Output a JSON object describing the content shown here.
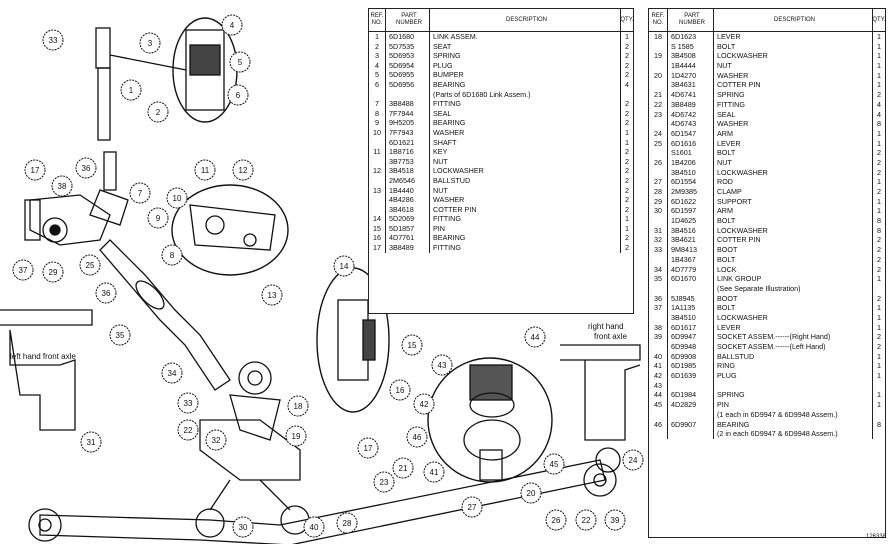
{
  "drawing": {
    "labels": {
      "left_axle": "left hand front axle",
      "right_axle_1": "right hand",
      "right_axle_2": "front axle"
    },
    "callouts": [
      "33",
      "1",
      "3",
      "4",
      "5",
      "6",
      "2",
      "17",
      "36",
      "38",
      "7",
      "11",
      "12",
      "10",
      "9",
      "8",
      "37",
      "29",
      "25",
      "36",
      "13",
      "35",
      "14",
      "15",
      "16",
      "17",
      "34",
      "33",
      "18",
      "22",
      "32",
      "19",
      "31",
      "43",
      "44",
      "42",
      "46",
      "45",
      "21",
      "41",
      "20",
      "23",
      "24",
      "26",
      "22",
      "39",
      "27",
      "28",
      "40",
      "30"
    ]
  },
  "table1": {
    "headers": {
      "ref": "REF. NO.",
      "part": "PART NUMBER",
      "desc": "DESCRIPTION",
      "qty": "QTY."
    },
    "rows": [
      {
        "ref": "1",
        "part": "6D1680",
        "desc": "LINK ASSEM.",
        "qty": "1"
      },
      {
        "ref": "2",
        "part": "5D7535",
        "desc": "SEAT",
        "qty": "2"
      },
      {
        "ref": "3",
        "part": "5D6953",
        "desc": "SPRING",
        "qty": "2"
      },
      {
        "ref": "4",
        "part": "5D6954",
        "desc": "PLUG",
        "qty": "2"
      },
      {
        "ref": "5",
        "part": "5D6955",
        "desc": "BUMPER",
        "qty": "2"
      },
      {
        "ref": "6",
        "part": "5D6956",
        "desc": "BEARING",
        "qty": "4"
      },
      {
        "ref": "",
        "part": "",
        "desc": "(Parts of 6D1680 Link Assem.)",
        "qty": ""
      },
      {
        "ref": "7",
        "part": "3B8488",
        "desc": "FITTING",
        "qty": "2"
      },
      {
        "ref": "8",
        "part": "7F7944",
        "desc": "SEAL",
        "qty": "2"
      },
      {
        "ref": "9",
        "part": "9H5205",
        "desc": "BEARING",
        "qty": "2"
      },
      {
        "ref": "10",
        "part": "7F7943",
        "desc": "WASHER",
        "qty": "1"
      },
      {
        "ref": "",
        "part": "6D1621",
        "desc": "SHAFT",
        "qty": "1"
      },
      {
        "ref": "11",
        "part": "1B8716",
        "desc": "KEY",
        "qty": "2"
      },
      {
        "ref": "",
        "part": "3B7753",
        "desc": "NUT",
        "qty": "2"
      },
      {
        "ref": "12",
        "part": "3B4518",
        "desc": "LOCKWASHER",
        "qty": "2"
      },
      {
        "ref": "",
        "part": "2M6546",
        "desc": "BALLSTUD",
        "qty": "2"
      },
      {
        "ref": "13",
        "part": "1B4440",
        "desc": "NUT",
        "qty": "2"
      },
      {
        "ref": "",
        "part": "4B4286",
        "desc": "WASHER",
        "qty": "2"
      },
      {
        "ref": "",
        "part": "3B4618",
        "desc": "COTTER PIN",
        "qty": "2"
      },
      {
        "ref": "14",
        "part": "5D2069",
        "desc": "FITTING",
        "qty": "1"
      },
      {
        "ref": "15",
        "part": "5D1857",
        "desc": "PIN",
        "qty": "1"
      },
      {
        "ref": "16",
        "part": "4D7761",
        "desc": "BEARING",
        "qty": "2"
      },
      {
        "ref": "17",
        "part": "3B8489",
        "desc": "FITTING",
        "qty": "2"
      }
    ]
  },
  "table2": {
    "headers": {
      "ref": "REF. NO.",
      "part": "PART NUMBER",
      "desc": "DESCRIPTION",
      "qty": "QTY."
    },
    "rows": [
      {
        "ref": "18",
        "part": "6D1623",
        "desc": "LEVER",
        "qty": "1"
      },
      {
        "ref": "",
        "part": "S 1585",
        "desc": "BOLT",
        "qty": "1"
      },
      {
        "ref": "19",
        "part": "3B4508",
        "desc": "LOCKWASHER",
        "qty": "1"
      },
      {
        "ref": "",
        "part": "1B4444",
        "desc": "NUT",
        "qty": "1"
      },
      {
        "ref": "20",
        "part": "1D4270",
        "desc": "WASHER",
        "qty": "1"
      },
      {
        "ref": "",
        "part": "3B4631",
        "desc": "COTTER PIN",
        "qty": "1"
      },
      {
        "ref": "21",
        "part": "4D6741",
        "desc": "SPRING",
        "qty": "2"
      },
      {
        "ref": "22",
        "part": "3B8489",
        "desc": "FITTING",
        "qty": "4"
      },
      {
        "ref": "23",
        "part": "4D6742",
        "desc": "SEAL",
        "qty": "4"
      },
      {
        "ref": "",
        "part": "4D6743",
        "desc": "WASHER",
        "qty": "8"
      },
      {
        "ref": "24",
        "part": "6D1547",
        "desc": "ARM",
        "qty": "1"
      },
      {
        "ref": "25",
        "part": "6D1616",
        "desc": "LEVER",
        "qty": "1"
      },
      {
        "ref": "",
        "part": "S1601",
        "desc": "BOLT",
        "qty": "2"
      },
      {
        "ref": "26",
        "part": "1B4206",
        "desc": "NUT",
        "qty": "2"
      },
      {
        "ref": "",
        "part": "3B4510",
        "desc": "LOCKWASHER",
        "qty": "2"
      },
      {
        "ref": "27",
        "part": "6D1554",
        "desc": "ROD",
        "qty": "1"
      },
      {
        "ref": "28",
        "part": "2M9385",
        "desc": "CLAMP",
        "qty": "2"
      },
      {
        "ref": "29",
        "part": "6D1622",
        "desc": "SUPPORT",
        "qty": "1"
      },
      {
        "ref": "30",
        "part": "6D1597",
        "desc": "ARM",
        "qty": "1"
      },
      {
        "ref": "",
        "part": "1D4625",
        "desc": "BOLT",
        "qty": "8"
      },
      {
        "ref": "31",
        "part": "3B4516",
        "desc": "LOCKWASHER",
        "qty": "8"
      },
      {
        "ref": "32",
        "part": "3B4621",
        "desc": "COTTER PIN",
        "qty": "2"
      },
      {
        "ref": "33",
        "part": "9M8413",
        "desc": "BOOT",
        "qty": "2"
      },
      {
        "ref": "",
        "part": "1B4367",
        "desc": "BOLT",
        "qty": "2"
      },
      {
        "ref": "34",
        "part": "4D7779",
        "desc": "LOCK",
        "qty": "2"
      },
      {
        "ref": "35",
        "part": "6D1670",
        "desc": "LINK GROUP",
        "qty": "1"
      },
      {
        "ref": "",
        "part": "",
        "desc": "(See Separate Illustration)",
        "qty": ""
      },
      {
        "ref": "36",
        "part": "5J8945",
        "desc": "BOOT",
        "qty": "2"
      },
      {
        "ref": "37",
        "part": "1A1135",
        "desc": "BOLT",
        "qty": "1"
      },
      {
        "ref": "",
        "part": "3B4510",
        "desc": "LOCKWASHER",
        "qty": "1"
      },
      {
        "ref": "38",
        "part": "6D1617",
        "desc": "LEVER",
        "qty": "1"
      },
      {
        "ref": "39",
        "part": "6D9947",
        "desc": "SOCKET ASSEM.------(Right Hand)",
        "qty": "2"
      },
      {
        "ref": "",
        "part": "6D9948",
        "desc": "SOCKET ASSEM.------(Left Hand)",
        "qty": "2"
      },
      {
        "ref": "40",
        "part": "6D9908",
        "desc": "BALLSTUD",
        "qty": "1"
      },
      {
        "ref": "41",
        "part": "6D1985",
        "desc": "RING",
        "qty": "1"
      },
      {
        "ref": "42",
        "part": "6D1639",
        "desc": "PLUG",
        "qty": "1"
      },
      {
        "ref": "43",
        "part": "",
        "desc": "",
        "qty": ""
      },
      {
        "ref": "44",
        "part": "6D1984",
        "desc": "SPRING",
        "qty": "1"
      },
      {
        "ref": "45",
        "part": "4D2829",
        "desc": "PIN",
        "qty": "1"
      },
      {
        "ref": "",
        "part": "",
        "desc": "(1 each in 6D9947 & 6D9948 Assem.)",
        "qty": ""
      },
      {
        "ref": "46",
        "part": "6D9907",
        "desc": "BEARING",
        "qty": "8"
      },
      {
        "ref": "",
        "part": "",
        "desc": "(2 in each 6D9947 & 6D9948 Assem.)",
        "qty": ""
      }
    ]
  },
  "figure_number": "126338"
}
